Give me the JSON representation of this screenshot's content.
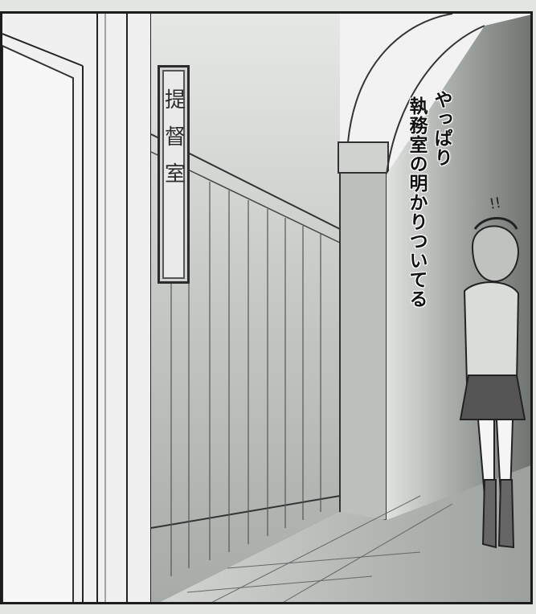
{
  "door_sign": {
    "text": "提督室"
  },
  "speech": {
    "line1": "やっぱり",
    "line2": "執務室の明かりついてる"
  },
  "surprise_mark": "!!"
}
